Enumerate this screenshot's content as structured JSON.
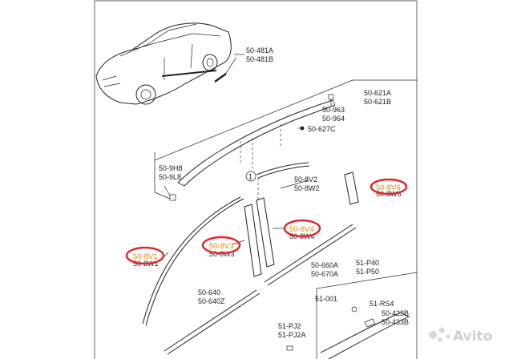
{
  "labels": {
    "l_481a": "50-481A",
    "l_481b": "50-481B",
    "l_621a": "50-621A",
    "l_621b": "50-621B",
    "l_963": "50-963",
    "l_964": "50-964",
    "l_627c": "50-627C",
    "l_9h8": "50-9H8",
    "l_9l8": "50-9L8",
    "l_8v2": "50-8V2",
    "l_8w2": "50-8W2",
    "l_8v6": "50-8V6",
    "l_8w6": "50-8W6",
    "l_8v4": "50-8V4",
    "l_8w4": "50-8W4",
    "l_8v3": "50-8V3",
    "l_8w3": "50-8W3",
    "l_8v1": "50-8V1",
    "l_8w1": "50-8W1",
    "l_660a": "50-660A",
    "l_670a": "50-670A",
    "l_p40": "51-P40",
    "l_p50": "51-P50",
    "l_640": "50-640",
    "l_640z": "50-640Z",
    "l_001": "51-001",
    "l_rs4": "51-RS4",
    "l_423b": "50-423B",
    "l_433b": "50-433B",
    "l_pj2": "51-PJ2",
    "l_pj2a": "51-PJ2A",
    "callout_1": "1"
  },
  "watermark": {
    "brand": "Avito"
  },
  "colors": {
    "highlight_ring": "#e3242b",
    "highlight_text": "#e08a00",
    "line": "#222222"
  }
}
